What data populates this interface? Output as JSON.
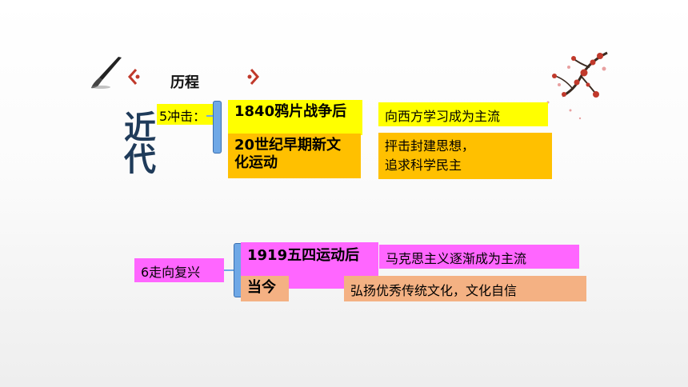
{
  "header": {
    "title": "历程"
  },
  "section_label": "近代",
  "branch1": {
    "label": "5冲击：",
    "items": [
      {
        "event": "1840鸦片战争后",
        "result": "向西方学习成为主流"
      },
      {
        "event": "20世纪早期新文化运动",
        "result_line1": "抨击封建思想，",
        "result_line2": "追求科学民主"
      }
    ]
  },
  "branch2": {
    "label": "6走向复兴",
    "items": [
      {
        "event": "1919五四运动后",
        "result": "马克思主义逐渐成为主流"
      },
      {
        "event": "当今",
        "result": "弘扬优秀传统文化，文化自信"
      }
    ]
  },
  "colors": {
    "yellow": "#ffff00",
    "orange": "#ffc000",
    "pink": "#ff66ff",
    "salmon": "#f4b183",
    "bracket": "#6fa8e6",
    "ornament": "#c0392b"
  },
  "icons": [
    "brush-pen-icon",
    "left-ornament-icon",
    "right-ornament-icon",
    "plum-blossom-branch-icon"
  ]
}
